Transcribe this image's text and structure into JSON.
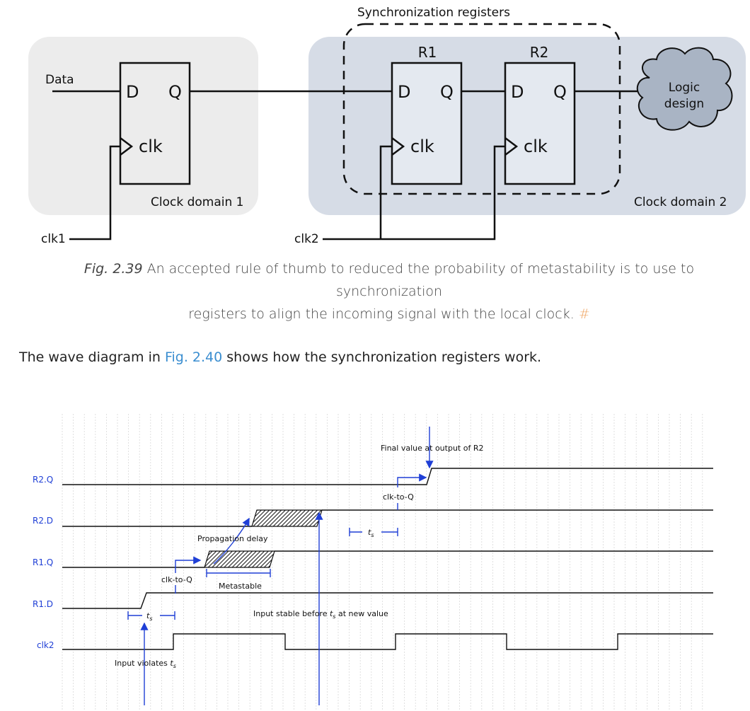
{
  "figure1": {
    "sync_label": "Synchronization registers",
    "r1_label": "R1",
    "r2_label": "R2",
    "data_label": "Data",
    "clk1_label": "clk1",
    "clk2_label": "clk2",
    "domain1_label": "Clock domain 1",
    "domain2_label": "Clock domain 2",
    "pin_d": "D",
    "pin_q": "Q",
    "pin_clk": "clk",
    "logic_label_line1": "Logic",
    "logic_label_line2": "design",
    "colors": {
      "domain1_bg": "#ececec",
      "domain2_bg": "#d6dce6",
      "ff_fill": "#e4e9f0",
      "cloud": "#a9b4c4"
    }
  },
  "caption": {
    "fig_label": "Fig. 2.39",
    "line1": " An accepted rule of thumb to reduced the probability of metastability is to use to synchronization",
    "line2": "registers to align the incoming signal with the local clock.",
    "anchor": "#"
  },
  "paragraph": {
    "before": "The wave diagram in ",
    "link": "Fig. 2.40",
    "after": " shows how the synchronization registers work."
  },
  "figure2": {
    "signals": [
      "R2.Q",
      "R2.D",
      "R1.Q",
      "R1.D",
      "clk2"
    ],
    "final_value_note": "Final value at output of R2",
    "clk_to_q_r2": "clk-to-Q",
    "propagation_delay": "Propagation delay",
    "ts_symbol": "t",
    "ts_sub": "s",
    "clk_to_q_r1": "clk-to-Q",
    "metastable": "Metastable",
    "input_stable_prefix": "Input stable before ",
    "input_stable_suffix": " at new value",
    "input_violates_prefix": "Input violates ",
    "colors": {
      "annotation": "#1f3fd6",
      "wave": "#111111"
    }
  }
}
